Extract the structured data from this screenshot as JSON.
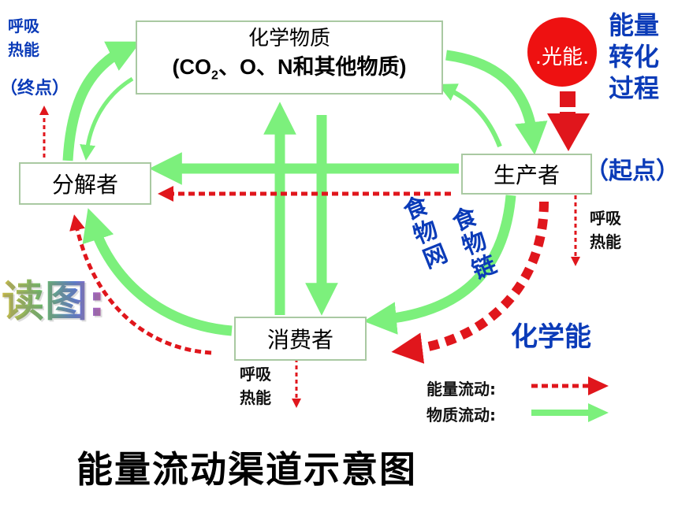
{
  "nodes": {
    "chemical": {
      "line1": "化学物质",
      "line2_prefix": "(CO",
      "line2_sub": "2",
      "line2_suffix": "、O、N和其他物质)"
    },
    "producer": "生产者",
    "consumer": "消费者",
    "decomposer": "分解者"
  },
  "sun": {
    "label": ".光能."
  },
  "labels": {
    "energy_conversion": "能量\n转化\n过程",
    "start_point": "（起点）",
    "end_point": "（终点）",
    "resp_heat_decomposer": "呼吸\n热能",
    "resp_heat_producer": "呼吸\n热能",
    "resp_heat_consumer": "呼吸\n热能",
    "chemical_energy": "化学能",
    "food_chain": [
      "食",
      "物",
      "链"
    ],
    "food_web": [
      "食",
      "物",
      "网"
    ],
    "read_diagram": "读图:"
  },
  "legend": {
    "energy_flow": "能量流动:",
    "material_flow": "物质流动:"
  },
  "title": "能量流动渠道示意图",
  "colors": {
    "material_arrow": "#7cf07c",
    "energy_arrow": "#e0161c",
    "sun": "#ee1111",
    "blue_text": "#0b3bb8"
  }
}
